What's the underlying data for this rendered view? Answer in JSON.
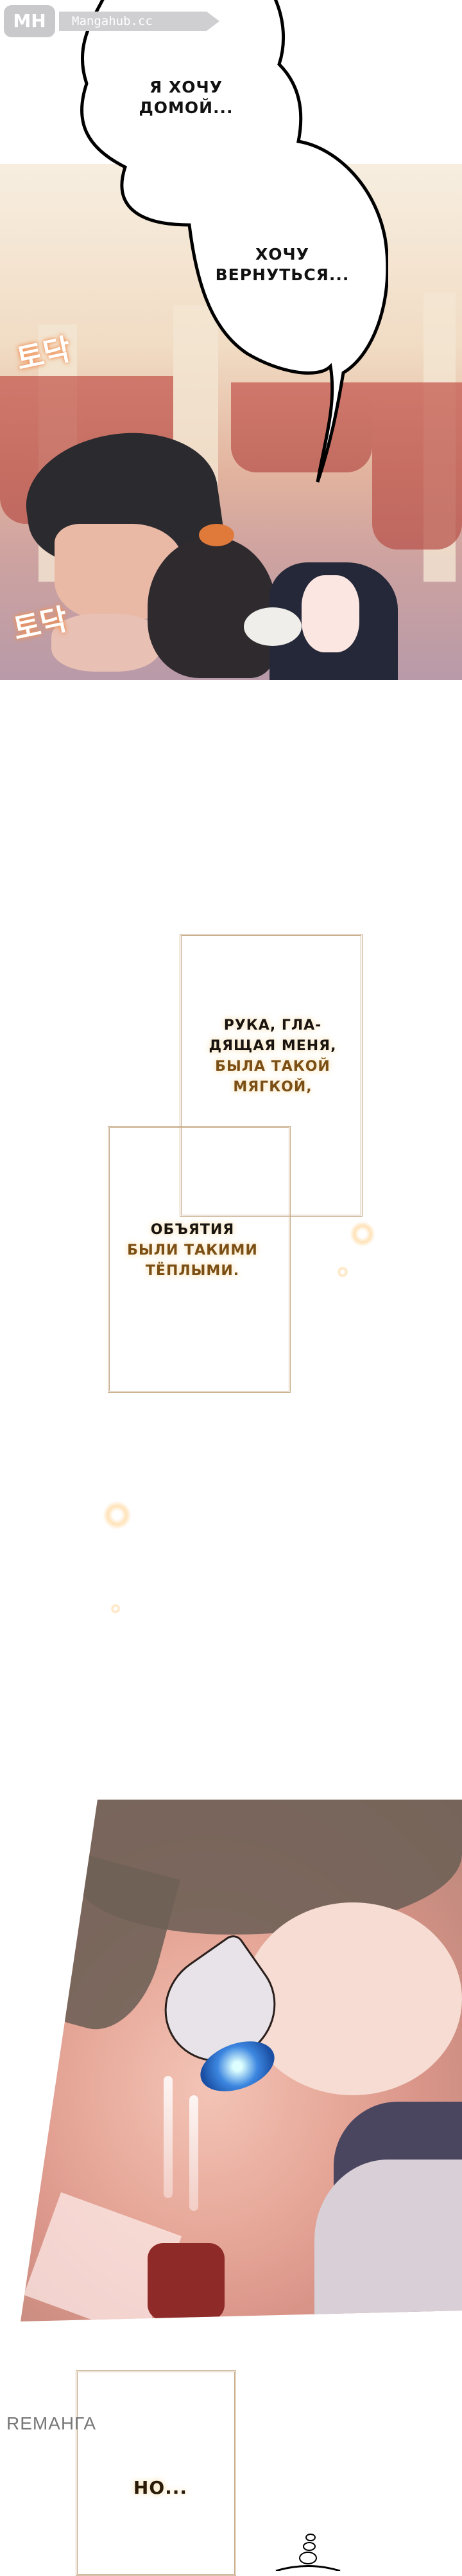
{
  "watermark": {
    "logo": "MH",
    "site": "Mangahub.cc"
  },
  "panel1": {
    "bubble_lines": [
      "Я ХОЧУ",
      "ДОМОЙ..."
    ],
    "bubble2_lines": [
      "ХОЧУ",
      "ВЕРНУТЬСЯ..."
    ],
    "sfx": [
      "토닥",
      "토닥"
    ]
  },
  "narration1": {
    "black_lines": [
      "РУКА, ГЛА-",
      "ДЯЩАЯ МЕНЯ,"
    ],
    "gold_lines": [
      "БЫЛА ТАКОЙ",
      "МЯГКОЙ,"
    ]
  },
  "narration2": {
    "black_lines": [
      "ОБЪЯТИЯ"
    ],
    "gold_lines": [
      "БЫЛИ ТАКИМИ",
      "ТЁПЛЫМИ."
    ]
  },
  "narration3": {
    "text": "НО..."
  },
  "remanga_watermark": "REМАНГА",
  "colors": {
    "frame": "#c8ac8a",
    "gold_text": "#7a4e14",
    "watermark_bg": "#c9c9cc"
  }
}
